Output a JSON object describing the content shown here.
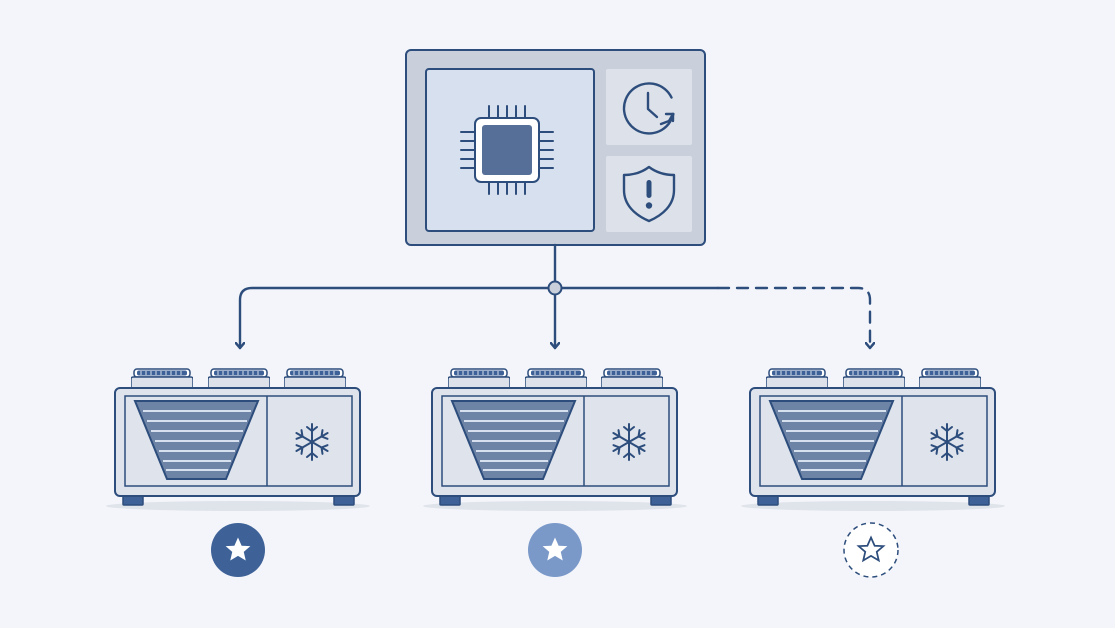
{
  "colors": {
    "background": "#f3f5fa",
    "line": "#2d4d7c",
    "controller_frame": "#c9d0dc",
    "panel_light": "#d7e0ee",
    "panel_side": "#dde2ea",
    "unit_body": "#dee3ec",
    "chip": "#566f99",
    "grille": "#6e84a6",
    "primary_star_badge": "#3e6298",
    "secondary_star_badge": "#7a99c9",
    "standby_star_badge": "#ffffff",
    "shadow": "#dfe3ea"
  },
  "controller": {
    "icons": [
      "processor-chip-icon",
      "clock-refresh-icon",
      "shield-alert-icon"
    ]
  },
  "units": [
    {
      "icon": "snowflake-icon",
      "status": "primary",
      "status_icon": "star-icon",
      "connection": "solid"
    },
    {
      "icon": "snowflake-icon",
      "status": "secondary",
      "status_icon": "star-icon",
      "connection": "solid"
    },
    {
      "icon": "snowflake-icon",
      "status": "standby",
      "status_icon": "star-outline-icon",
      "connection": "dashed"
    }
  ]
}
